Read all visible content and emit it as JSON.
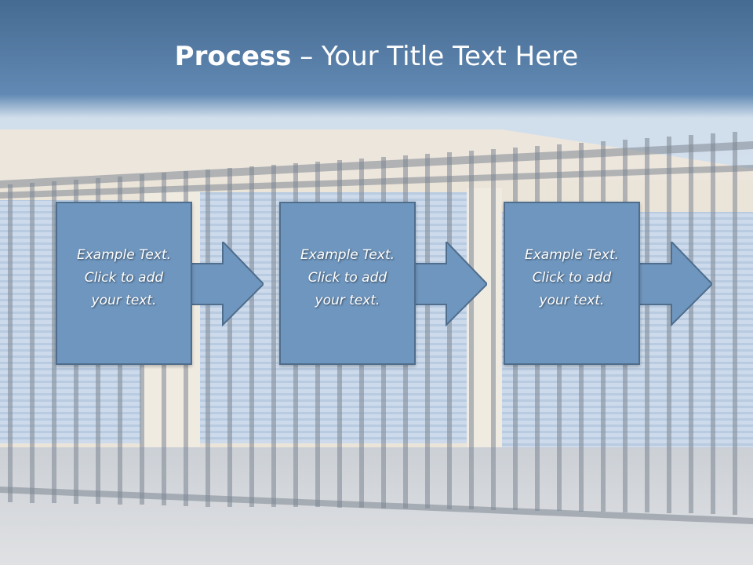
{
  "slide": {
    "title_bold": "Process",
    "title_separator": " – ",
    "title_rest": "Your Title Text Here"
  },
  "steps": [
    {
      "text": "Example Text.\nClick  to add\nyour text."
    },
    {
      "text": "Example Text.\nClick  to add\nyour text."
    },
    {
      "text": "Example Text.\nClick  to add\nyour text."
    }
  ],
  "colors": {
    "title_band_top": "#466b92",
    "title_band_bottom": "#6189b3",
    "box_fill": "#6f96be",
    "box_border": "#4f6d8c",
    "sky": "#c9d9ea",
    "ground": "#c8cbcf"
  }
}
